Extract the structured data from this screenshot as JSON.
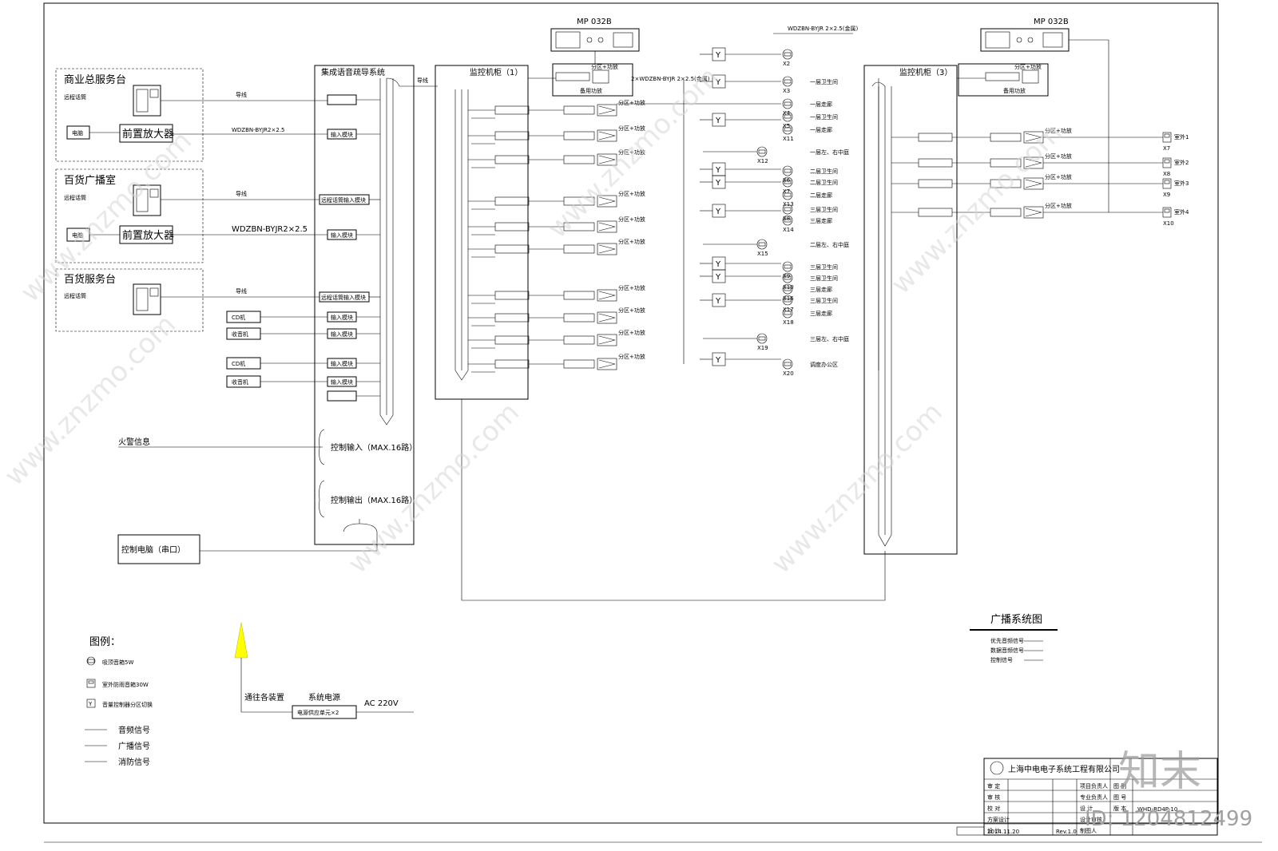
{
  "rooms": [
    {
      "title": "商业总服务台",
      "mic_label": "远程话筒",
      "source_label": "电脑",
      "amp_label": "前置放大器",
      "cable1": "导线",
      "cable2": "WDZBN-BYJR2×2.5",
      "module1": "",
      "module2": "输入模块"
    },
    {
      "title": "百货广播室",
      "mic_label": "远程话筒",
      "source_label": "电脑",
      "amp_label": "前置放大器",
      "cable1": "导线",
      "cable2": "WDZBN-BYJR2×2.5",
      "module1": "远程话筒输入模块",
      "module2": "输入模块"
    },
    {
      "title": "百货服务台",
      "mic_label": "远程话筒",
      "cable1": "导线",
      "module1": "远程话筒输入模块"
    }
  ],
  "sources": [
    "CD机",
    "收音机",
    "CD机",
    "收音机"
  ],
  "input_modules": [
    "输入模块",
    "输入模块",
    "输入模块",
    "输入模块",
    "输入模块"
  ],
  "system": {
    "title": "集成语音疏导系统",
    "link_label": "导线",
    "control_in": "控制输入（MAX.16路）",
    "control_out": "控制输出（MAX.16路）",
    "fire_label": "火警信息",
    "pc_label": "控制电脑（串口）"
  },
  "cabinet1": {
    "title": "监控机柜（1）",
    "header_model": "MP 032B",
    "top_cable": "WDZBN-BYJR 2×2.5(金属)",
    "mid_cable": "2×WDZBN-BYJR 2×2.5(金属)",
    "amp_label": "分区+功放",
    "sub_label": "备用功放"
  },
  "cabinet3": {
    "title": "监控机柜（3）",
    "header_model": "MP 032B",
    "amp_label": "分区+功放",
    "sub_label": "备用功放"
  },
  "zones": [
    {
      "tag": "X2",
      "name": ""
    },
    {
      "tag": "X3",
      "name": "一层卫生间"
    },
    {
      "tag": "X4",
      "name": "一层走廊"
    },
    {
      "tag": "X5",
      "name": "一层卫生间"
    },
    {
      "tag": "X11",
      "name": "一层走廊"
    },
    {
      "tag": "X12",
      "name": "一层左、右中庭"
    },
    {
      "tag": "X6",
      "name": "二层卫生间"
    },
    {
      "tag": "X7",
      "name": "二层卫生间"
    },
    {
      "tag": "X13",
      "name": "二层走廊"
    },
    {
      "tag": "X8",
      "name": "三层卫生间"
    },
    {
      "tag": "X14",
      "name": "三层走廊"
    },
    {
      "tag": "X15",
      "name": "二层左、右中庭"
    },
    {
      "tag": "X9",
      "name": "三层卫生间"
    },
    {
      "tag": "X10",
      "name": "三层卫生间"
    },
    {
      "tag": "X16",
      "name": "三层走廊"
    },
    {
      "tag": "X17",
      "name": "三层卫生间"
    },
    {
      "tag": "X18",
      "name": "三层走廊"
    },
    {
      "tag": "X19",
      "name": "三层左、右中庭"
    },
    {
      "tag": "X20",
      "name": "调度办公区"
    }
  ],
  "outdoor": [
    {
      "tag": "X7",
      "name": "室外1"
    },
    {
      "tag": "X8",
      "name": "室外2"
    },
    {
      "tag": "X9",
      "name": "室外3"
    },
    {
      "tag": "X10",
      "name": "室外4"
    }
  ],
  "power": {
    "up_label": "通往各装置",
    "sys_label": "系统电源",
    "ac_label": "AC 220V",
    "unit_label": "电源供应单元×2"
  },
  "legend": {
    "title": "图例：",
    "items": [
      "吸顶音箱5W",
      "室外防雨音箱30W",
      "音量控制器分区切换"
    ],
    "lines": [
      "音频信号",
      "广播信号",
      "消防信号"
    ]
  },
  "drawing_title": "广播系统图",
  "mini_legend": [
    "优先音频信号",
    "数据音频信号",
    "控制信号"
  ],
  "title_block": {
    "company": "上海中电电子系统工程有限公司",
    "rows": [
      {
        "a": "审 定",
        "b": "项目负责人",
        "c": "图 别"
      },
      {
        "a": "审 核",
        "b": "专业负责人",
        "c": "图 号"
      },
      {
        "a": "校 对",
        "b": "设 计",
        "c": "版 本"
      },
      {
        "a": "方案设计",
        "b": "设计审核",
        "c": ""
      },
      {
        "a": "设 计",
        "b": "制图人",
        "c": ""
      }
    ],
    "date": "2014.11.20",
    "rev": "Rev.1.0",
    "sheet": "WHD-RD4P-10"
  },
  "id_text": "ID: 1204812499",
  "watermark": "www.znzmo.com",
  "logo_text": "知末"
}
